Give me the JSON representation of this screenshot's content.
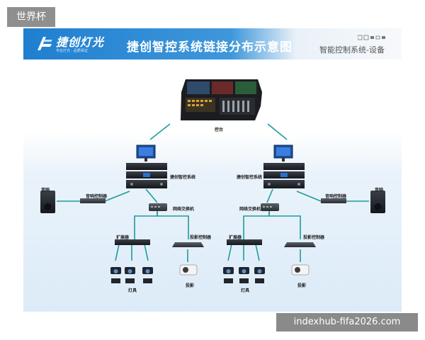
{
  "corner_tag": "世界杯",
  "header": {
    "logo_text": "捷创灯光",
    "logo_subtitle": "专业灯光 · 品质保证",
    "title": "捷创智控系统链接分布示意图",
    "subtitle": "智能控制系统-设备"
  },
  "diagram": {
    "console": "控台",
    "left": {
      "system": "捷创智控系统",
      "speaker": "音响",
      "audio_controller": "音响控制器",
      "switch": "网络交换机",
      "expander": "扩展器",
      "projection_controller": "投影控制器",
      "lights": "灯具",
      "projector": "投影"
    },
    "right": {
      "system": "捷创智控系统",
      "speaker": "音响",
      "audio_controller": "音响控制器",
      "switch": "网络交换机",
      "expander": "扩展器",
      "projection_controller": "投影控制器",
      "lights": "灯具",
      "projector": "投影"
    },
    "colors": {
      "link": "#1e9c9a",
      "banner": "#2a86d3"
    }
  },
  "watermark": "indexhub-fifa2026.com"
}
